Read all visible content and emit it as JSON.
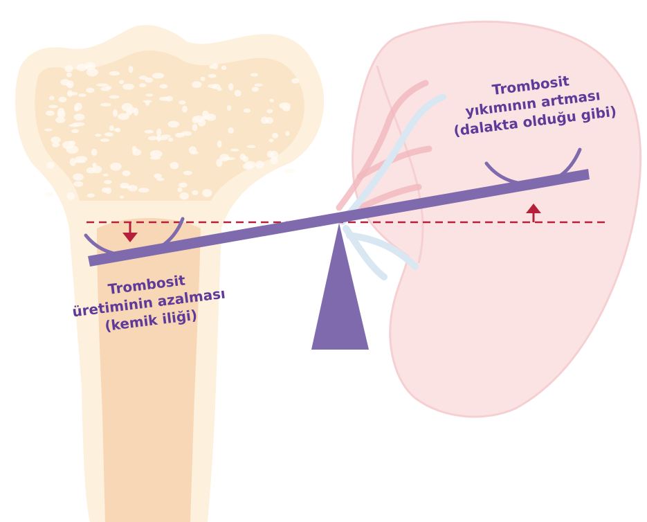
{
  "colors": {
    "purple": "#7f6aad",
    "label_purple": "#5e3b98",
    "indicator_red": "#b51f3a",
    "bone_outer": "#fdf0dd",
    "bone_inner": "#fbe5c8",
    "marrow": "#f6cfa8",
    "spleen": "#fbe3e4",
    "spleen_edge": "#f5cfd2",
    "vessel_red": "#f1b7bd",
    "vessel_blue": "#d9e7f2"
  },
  "left_label": {
    "line1": "Trombosit",
    "line2": "üretiminin azalması",
    "line3": "(kemik iliği)"
  },
  "right_label": {
    "line1": "Trombosit",
    "line2": "yıkımının artması",
    "line3": "(dalakta olduğu gibi)"
  },
  "indicators": {
    "left_arrow": "down-arrow",
    "right_arrow": "up-arrow"
  }
}
